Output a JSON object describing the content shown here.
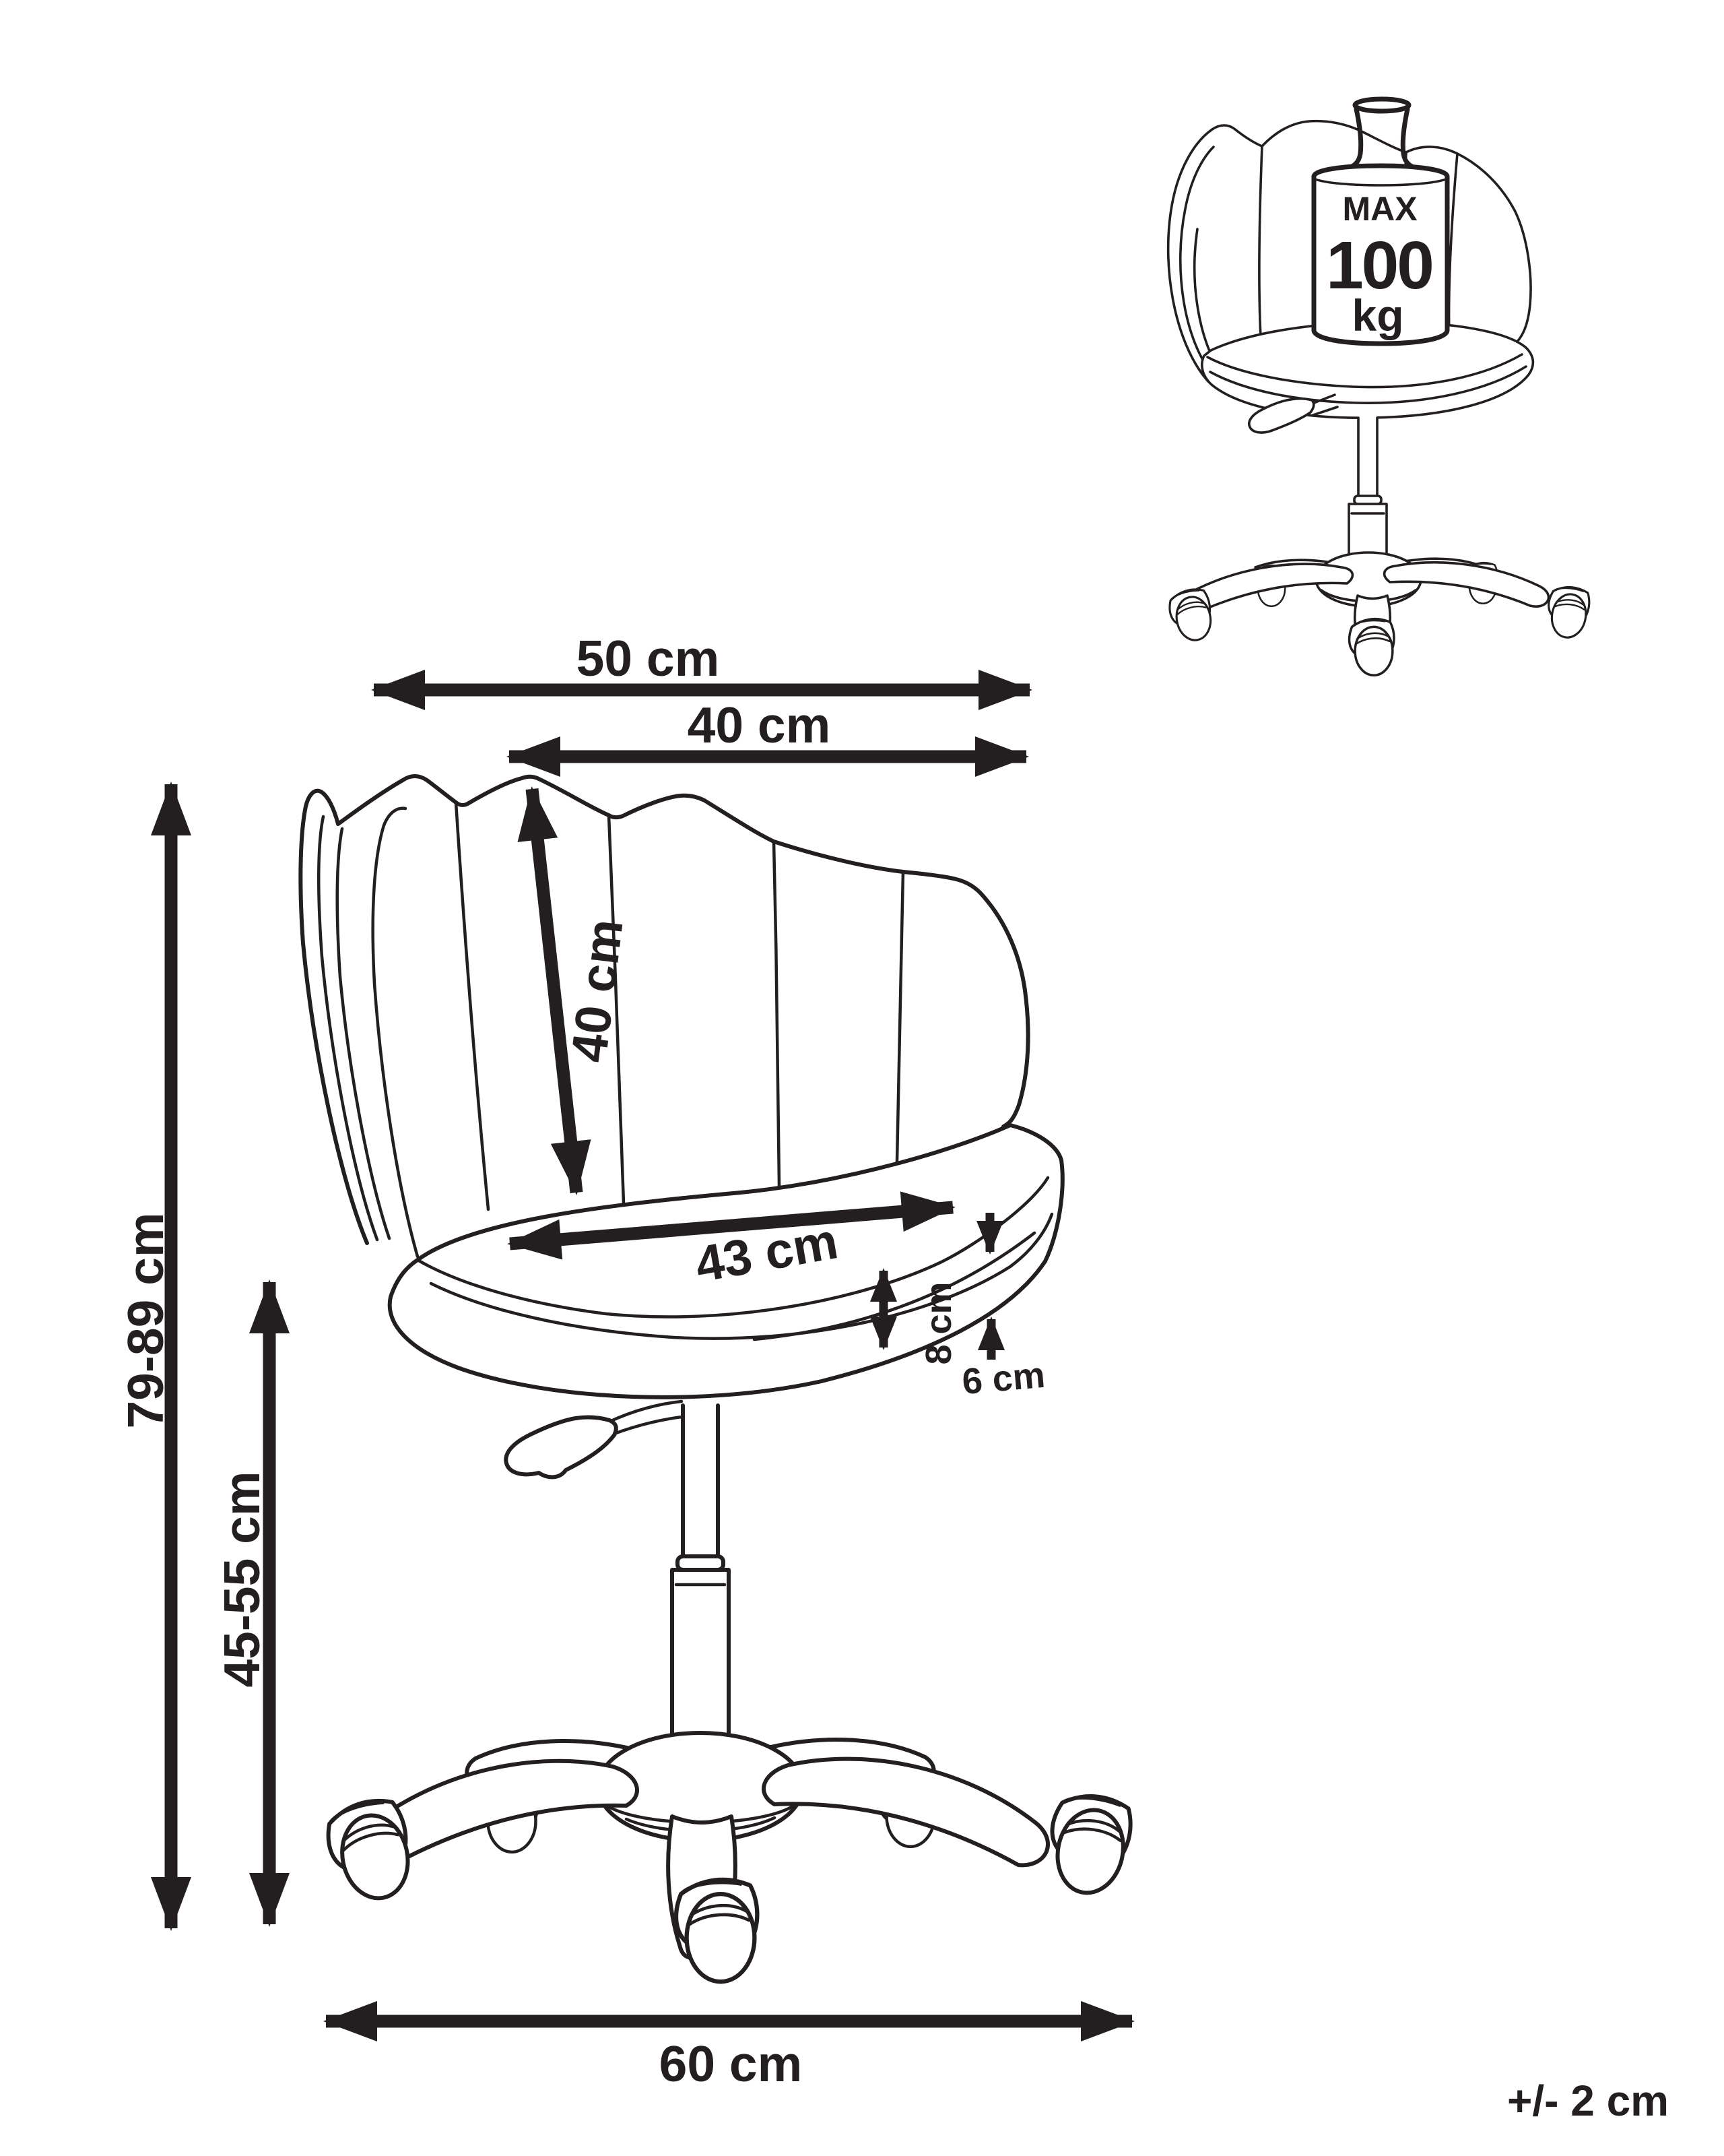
{
  "diagram": {
    "type": "furniture dimension drawing",
    "subject": "swivel desk chair with scalloped shell backrest, gas lift and five-star caster base",
    "line_color": "#231f20",
    "background_color": "#ffffff"
  },
  "dimensions": {
    "back_width": "50 cm",
    "backrest_inner_width": "40 cm",
    "backrest_height": "40 cm",
    "seat_width": "43 cm",
    "seat_thickness": "8 cm",
    "seat_front_edge": "6 cm",
    "overall_height": "79-89 cm",
    "seat_height": "45-55 cm",
    "base_width": "60 cm"
  },
  "load_badge": {
    "prefix": "MAX",
    "value": "100",
    "unit": "kg"
  },
  "footer": {
    "tolerance": "+/- 2 cm"
  }
}
